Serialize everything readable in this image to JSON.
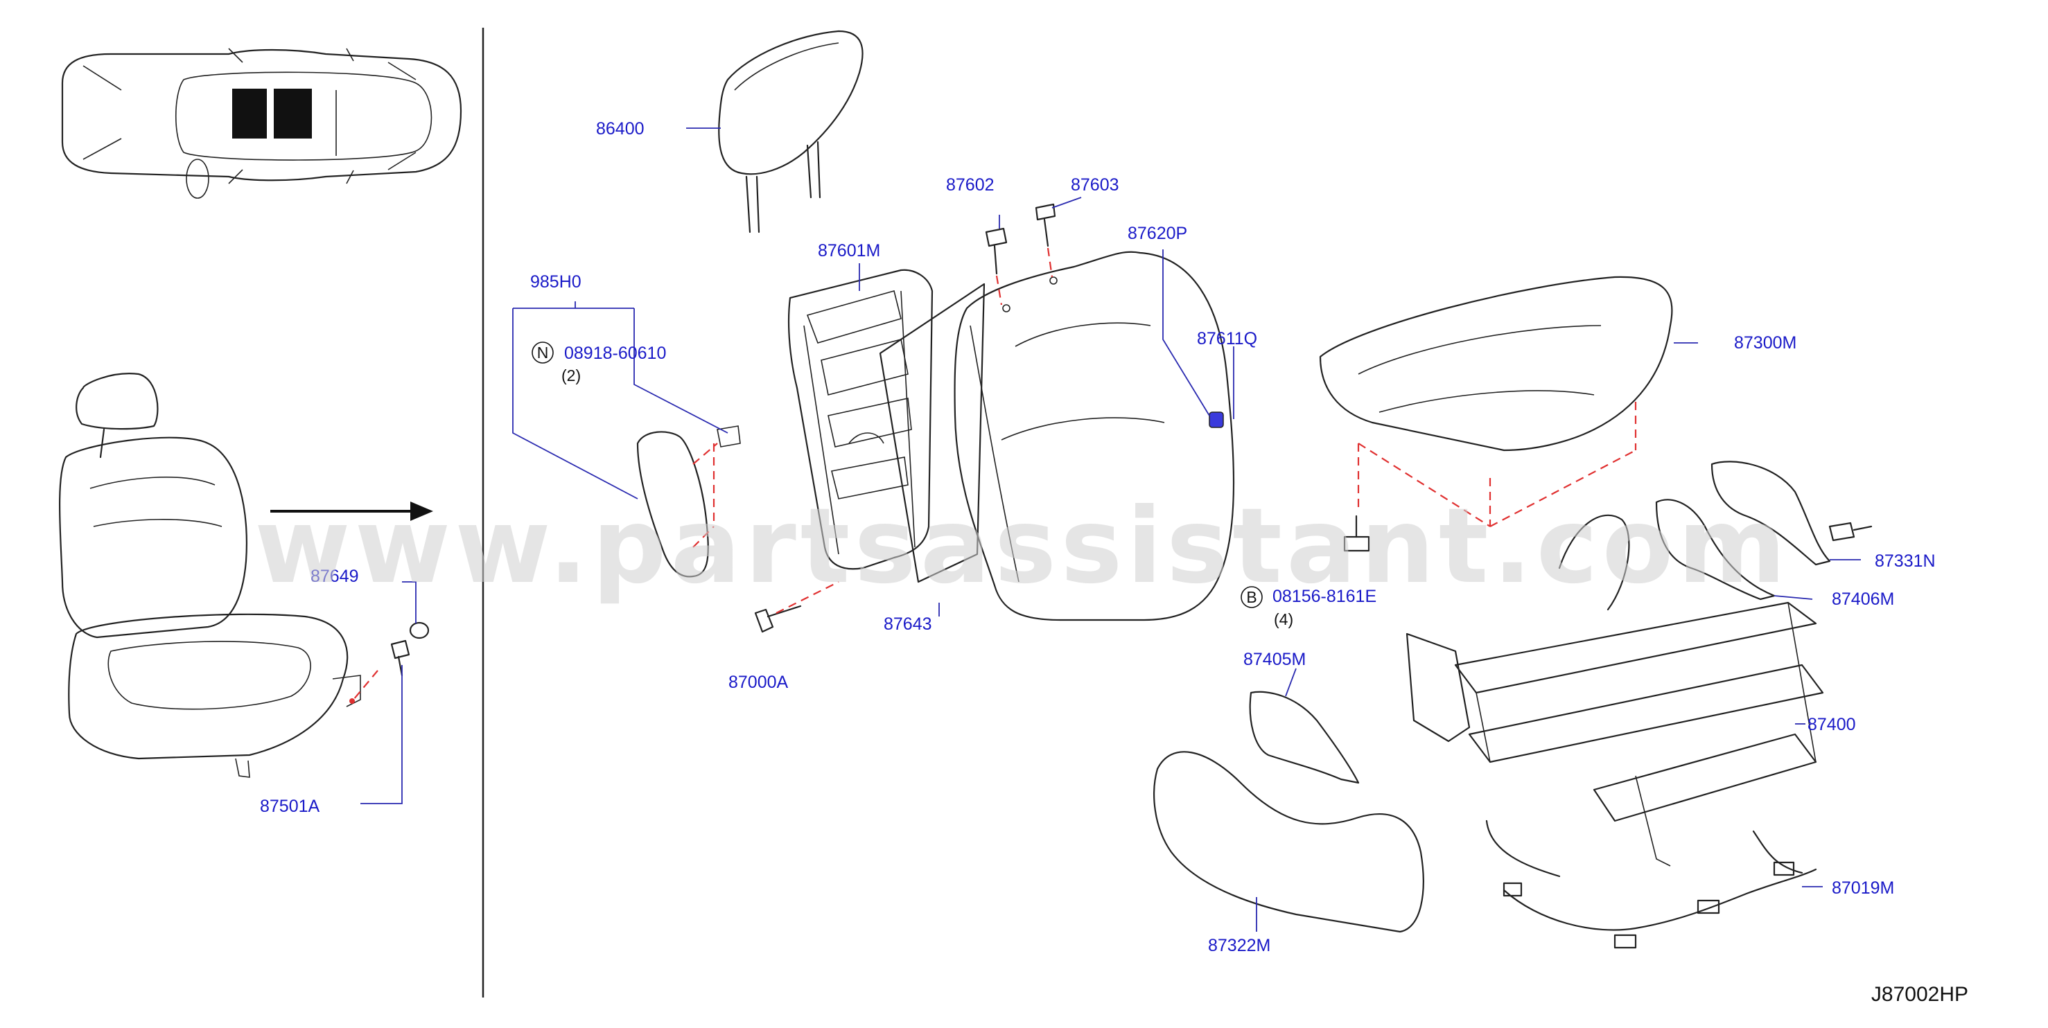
{
  "watermark": "www.partsassistant.com",
  "diagram_ref": "J87002HP",
  "colors": {
    "label": "#1a1ac8",
    "leader": "#2a2ab0",
    "dashed_link": "#e03030",
    "outline": "#222222"
  },
  "parts": {
    "p86400": "86400",
    "p87602": "87602",
    "p87603": "87603",
    "p87601M": "87601M",
    "p87620P": "87620P",
    "p985H0": "985H0",
    "p87611Q": "87611Q",
    "p87300M": "87300M",
    "p08918": "08918-60610",
    "p08918_qty": "(2)",
    "p87649": "87649",
    "p87331N": "87331N",
    "p87406M": "87406M",
    "p08156": "08156-8161E",
    "p08156_qty": "(4)",
    "p87643": "87643",
    "p87000A": "87000A",
    "p87405M": "87405M",
    "p87400": "87400",
    "p87501A": "87501A",
    "p87019M": "87019M",
    "p87322M": "87322M"
  },
  "markers": {
    "n": "N",
    "b": "B"
  }
}
